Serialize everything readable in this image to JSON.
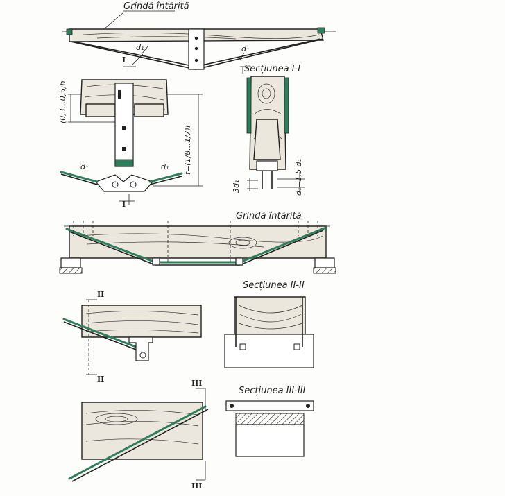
{
  "figure": {
    "label_top_beam": "Grindă întărită",
    "label_d1_top_left": "d₁",
    "label_d1_top_right": "d₁",
    "label_section_mark_I_top": "I",
    "label_section_mark_I_bottom": "I",
    "label_section_I_I": "Secțiunea I-I",
    "label_dim_h": "(0,3…0,5)h",
    "label_dim_f": "f=(1/8…1/7)l",
    "label_d1_left_rod": "d₁",
    "label_d1_right_rod": "d₁",
    "label_dim_3d1": "3d₁",
    "label_dim_d1_eq": "d₁=1,5 d₁",
    "label_mid_beam": "Grindă întărită",
    "label_section_mark_II_top": "II",
    "label_section_mark_II_bottom": "II",
    "label_section_II_II": "Secțiunea II-II",
    "label_section_mark_III_top": "III",
    "label_section_mark_III_bottom": "III",
    "label_section_III_III": "Secțiunea III-III"
  },
  "colors": {
    "rod_green": "#2e7d5b",
    "wood_fill": "#ece7dc",
    "ink": "#222222"
  }
}
